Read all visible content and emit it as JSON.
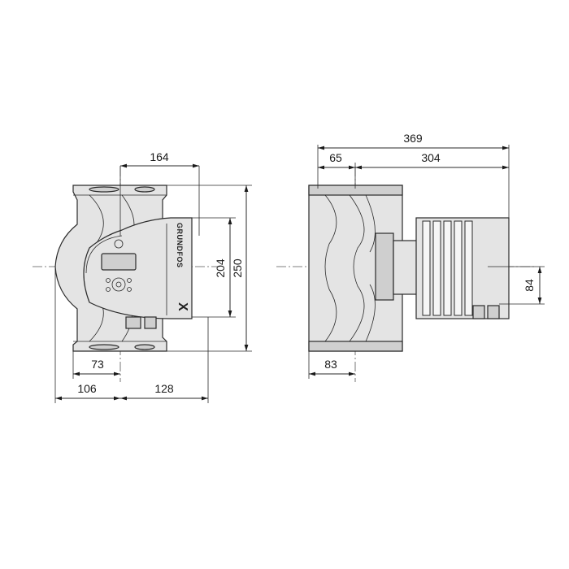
{
  "front_view": {
    "dimensions": {
      "top_width": "164",
      "height_inner": "204",
      "height_overall": "250",
      "left_inner": "73",
      "left_outer": "106",
      "right_outer": "128"
    },
    "brand_label": "GRUNDFOS",
    "model_label": "X"
  },
  "side_view": {
    "dimensions": {
      "overall_length": "369",
      "flange_offset": "65",
      "motor_length": "304",
      "motor_height": "84",
      "flange_half": "83"
    }
  }
}
